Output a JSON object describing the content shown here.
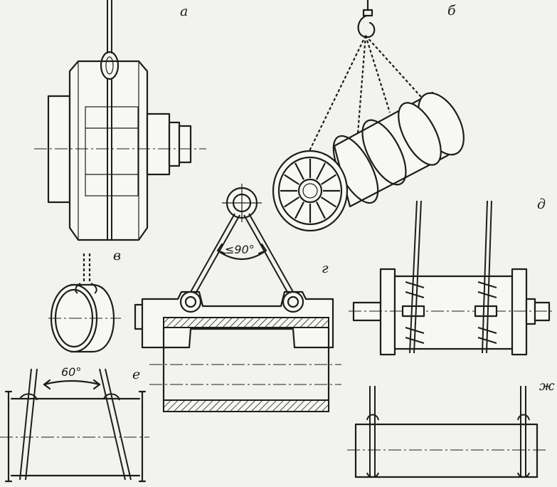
{
  "labels": {
    "a": "а",
    "b": "б",
    "v": "в",
    "g": "г",
    "d": "д",
    "e": "е",
    "zh": "ж"
  },
  "angles": {
    "g": "≤90°",
    "e": "60°"
  },
  "colors": {
    "ink": "#1d1d1d",
    "paper": "#f2f2ef",
    "hatch": "#1d1d1d"
  }
}
